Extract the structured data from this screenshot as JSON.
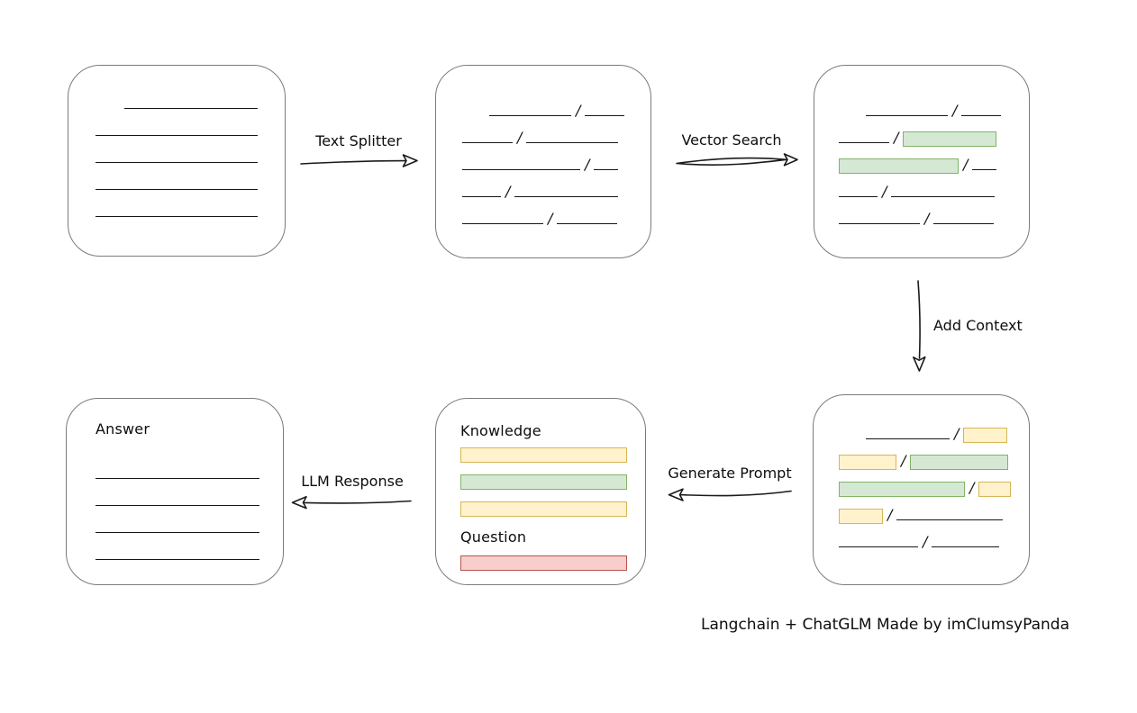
{
  "colors": {
    "background": "#ffffff",
    "ink": "#161616",
    "box_border": "#7b7b7b",
    "green_fill": "#d5e8d4",
    "green_border": "#82b366",
    "yellow_fill": "#fff2cc",
    "yellow_border": "#d6b656",
    "red_fill": "#f8cecc",
    "red_border": "#b85450"
  },
  "labels": {
    "text_splitter": "Text Splitter",
    "vector_search": "Vector Search",
    "add_context": "Add Context",
    "generate_prompt": "Generate Prompt",
    "llm_response": "LLM Response",
    "caption": "Langchain + ChatGLM Made by imClumsyPanda"
  },
  "boxes": {
    "document": {
      "lines": [
        {
          "w": 148,
          "indent": 32
        },
        {
          "w": 180
        },
        {
          "w": 180
        },
        {
          "w": 180
        },
        {
          "w": 180
        }
      ]
    },
    "chunks": {
      "rows": [
        {
          "indent": 30,
          "segs": [
            {
              "t": "line",
              "w": 91
            },
            {
              "t": "slash"
            },
            {
              "t": "line",
              "w": 44
            }
          ]
        },
        {
          "segs": [
            {
              "t": "line",
              "w": 56
            },
            {
              "t": "slash"
            },
            {
              "t": "line",
              "w": 102
            }
          ]
        },
        {
          "segs": [
            {
              "t": "line",
              "w": 131
            },
            {
              "t": "slash"
            },
            {
              "t": "line",
              "w": 27
            }
          ]
        },
        {
          "segs": [
            {
              "t": "line",
              "w": 43
            },
            {
              "t": "slash"
            },
            {
              "t": "line",
              "w": 115
            }
          ]
        },
        {
          "segs": [
            {
              "t": "line",
              "w": 90
            },
            {
              "t": "slash"
            },
            {
              "t": "line",
              "w": 67
            }
          ]
        }
      ]
    },
    "vector": {
      "rows": [
        {
          "indent": 30,
          "segs": [
            {
              "t": "line",
              "w": 91
            },
            {
              "t": "slash"
            },
            {
              "t": "line",
              "w": 44
            }
          ]
        },
        {
          "segs": [
            {
              "t": "line",
              "w": 56
            },
            {
              "t": "slash"
            },
            {
              "t": "green",
              "w": 102
            }
          ]
        },
        {
          "segs": [
            {
              "t": "green",
              "w": 131
            },
            {
              "t": "slash"
            },
            {
              "t": "line",
              "w": 27
            }
          ]
        },
        {
          "segs": [
            {
              "t": "line",
              "w": 43
            },
            {
              "t": "slash"
            },
            {
              "t": "line",
              "w": 115
            }
          ]
        },
        {
          "segs": [
            {
              "t": "line",
              "w": 90
            },
            {
              "t": "slash"
            },
            {
              "t": "line",
              "w": 67
            }
          ]
        }
      ]
    },
    "context": {
      "rows": [
        {
          "indent": 30,
          "segs": [
            {
              "t": "line",
              "w": 93
            },
            {
              "t": "slash"
            },
            {
              "t": "yellow",
              "w": 47
            }
          ]
        },
        {
          "segs": [
            {
              "t": "yellow",
              "w": 62
            },
            {
              "t": "slash"
            },
            {
              "t": "green",
              "w": 107
            }
          ]
        },
        {
          "segs": [
            {
              "t": "green",
              "w": 138
            },
            {
              "t": "slash"
            },
            {
              "t": "yellow",
              "w": 34
            }
          ]
        },
        {
          "segs": [
            {
              "t": "yellow",
              "w": 47
            },
            {
              "t": "slash"
            },
            {
              "t": "line",
              "w": 118
            }
          ]
        },
        {
          "segs": [
            {
              "t": "line",
              "w": 88
            },
            {
              "t": "slash"
            },
            {
              "t": "line",
              "w": 75
            }
          ]
        }
      ]
    },
    "prompt": {
      "knowledge_label": "Knowledge",
      "question_label": "Question",
      "knowledge_bars": [
        "yellow",
        "green",
        "yellow"
      ],
      "question_bars": [
        "red"
      ]
    },
    "answer": {
      "label": "Answer",
      "lines": [
        {
          "w": 182
        },
        {
          "w": 182
        },
        {
          "w": 182
        },
        {
          "w": 182
        }
      ]
    }
  }
}
